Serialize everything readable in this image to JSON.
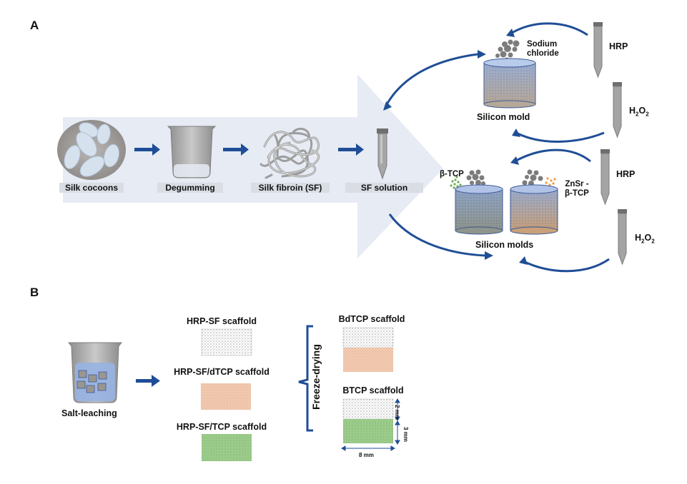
{
  "panel_a": {
    "label": "A",
    "steps": [
      {
        "label": "Silk cocoons",
        "icon": "silk-cocoons-image"
      },
      {
        "label": "Degumming",
        "icon": "beaker-icon"
      },
      {
        "label": "Silk fibroin (SF)",
        "icon": "fiber-tangle-icon"
      },
      {
        "label": "SF solution",
        "icon": "falcon-tube-icon"
      }
    ],
    "top_branch": {
      "mold_label": "Silicon mold",
      "particles_label_line1": "Sodium",
      "particles_label_line2": "chloride",
      "reagent1": "HRP",
      "reagent2_base": "H",
      "reagent2_sub1": "2",
      "reagent2_mid": "O",
      "reagent2_sub2": "2"
    },
    "bottom_branch": {
      "mold_label": "Silicon molds",
      "additive_left": "β-TCP",
      "additive_right_line1": "ZnSr -",
      "additive_right_line2": "β-TCP",
      "reagent1": "HRP",
      "reagent2_base": "H",
      "reagent2_sub1": "2",
      "reagent2_mid": "O",
      "reagent2_sub2": "2"
    }
  },
  "panel_b": {
    "label": "B",
    "process_label": "Salt-leaching",
    "scaffolds": [
      {
        "label": "HRP-SF scaffold",
        "color": "#ffffff"
      },
      {
        "label": "HRP-SF/dTCP scaffold",
        "color": "#f3c9ae"
      },
      {
        "label": "HRP-SF/TCP scaffold",
        "color": "#9ccf8a"
      }
    ],
    "bracket_label": "Freeze-drying",
    "bilayer": [
      {
        "label": "BdTCP scaffold",
        "top_color": "#ffffff",
        "bottom_color": "#f3c9ae"
      },
      {
        "label": "BTCP scaffold",
        "top_color": "#ffffff",
        "bottom_color": "#9ccf8a"
      }
    ],
    "dimensions": {
      "top_layer": "2 mm",
      "bottom_layer": "3 mm",
      "width": "8 mm"
    }
  },
  "colors": {
    "arrow_blue": "#1f4e96",
    "flow_band": "#e6ebf4",
    "label_bg": "#d9dde4",
    "mold_blue": "#a9bde0"
  }
}
